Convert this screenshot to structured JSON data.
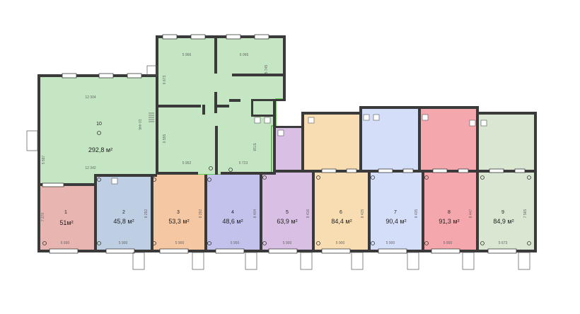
{
  "plan": {
    "large_unit": {
      "number": "10",
      "area": "292,8 м²",
      "color": "#c4e6c2",
      "outline": "#3fbf2a",
      "dims": [
        "12 304",
        "12 342",
        "10 446",
        "5 587",
        "5 966",
        "6 066",
        "5 745",
        "6 673",
        "6 555",
        "5 952",
        "5 723",
        "5718"
      ]
    },
    "units": [
      {
        "number": "1",
        "area": "51м²",
        "color": "#e8b5b0",
        "width_dim": "6 690",
        "depth_dim": "7 270"
      },
      {
        "number": "2",
        "area": "45,8 м²",
        "color": "#bfcfe3",
        "width_dim": "5 900",
        "depth_dim": "8 292"
      },
      {
        "number": "3",
        "area": "53,3 м²",
        "color": "#f6c7a3",
        "width_dim": "5 900",
        "depth_dim": "8 292"
      },
      {
        "number": "4",
        "area": "48,6 м²",
        "color": "#c2c2ed",
        "width_dim": "5 900",
        "depth_dim": "8 404"
      },
      {
        "number": "5",
        "area": "63,9 м²",
        "color": "#d9bfe3",
        "width_dim": "5 900",
        "depth_dim": "8 416"
      },
      {
        "number": "6",
        "area": "84,4 м²",
        "color": "#f8ddb2",
        "width_dim": "5 900",
        "depth_dim": "8 425"
      },
      {
        "number": "7",
        "area": "90,4 м²",
        "color": "#d5def8",
        "width_dim": "5 900",
        "depth_dim": "8 435"
      },
      {
        "number": "8",
        "area": "91,3 м²",
        "color": "#f4a8ad",
        "width_dim": "5 900",
        "depth_dim": "8 447"
      },
      {
        "number": "9",
        "area": "84,9 м²",
        "color": "#d8e6d2",
        "width_dim": "5 673",
        "depth_dim": "7 565"
      }
    ],
    "wall_color": "#3a3a3a"
  }
}
